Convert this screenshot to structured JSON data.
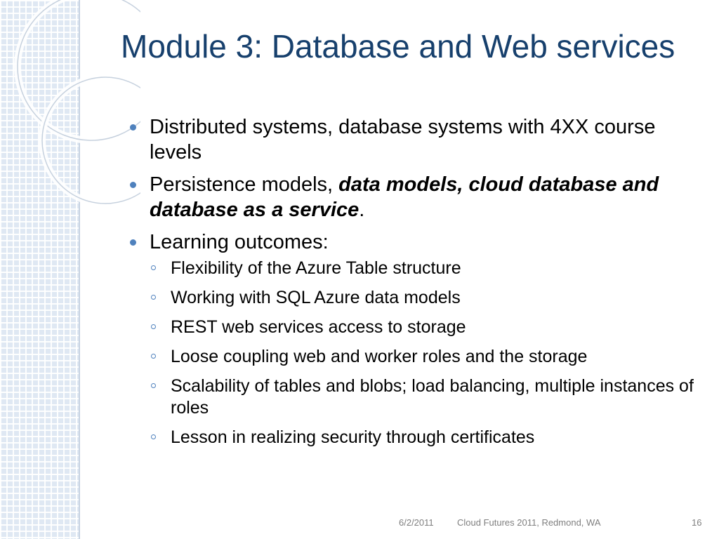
{
  "slide": {
    "title": "Module 3: Database and Web services",
    "bullets": [
      {
        "text": "Distributed systems, database systems with 4XX course levels"
      },
      {
        "text": "Persistence models, ",
        "emphasis": "data models, cloud database and database as a service",
        "tail": "."
      },
      {
        "text": "Learning outcomes:"
      }
    ],
    "sub_bullets": [
      "Flexibility of the Azure Table structure",
      "Working with SQL Azure data models",
      "REST web services access to storage",
      "Loose coupling web and worker roles and the storage",
      "Scalability of tables and blobs; load balancing, multiple instances of roles",
      "Lesson in realizing security through certificates"
    ],
    "footer": {
      "date": "6/2/2011",
      "event": "Cloud Futures 2011, Redmond, WA",
      "page_number": "16"
    }
  },
  "colors": {
    "title": "#17406d",
    "bullet": "#4f81bd",
    "side_strip": "#dfe8f3",
    "footer_text": "#7f7f7f"
  }
}
